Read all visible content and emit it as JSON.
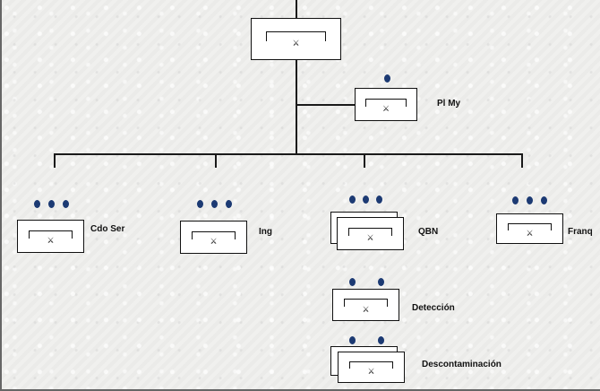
{
  "units": {
    "top": {
      "label": "",
      "glyph": "⚔"
    },
    "plmy": {
      "label": "Pl My",
      "glyph": "⚔"
    },
    "cdo": {
      "label": "Cdo Ser",
      "glyph": "⚔"
    },
    "ing": {
      "label": "Ing",
      "glyph": "⚔"
    },
    "qbn": {
      "label": "QBN",
      "glyph": "⚔"
    },
    "franq": {
      "label": "Franq",
      "glyph": "⚔"
    },
    "deteccion": {
      "label": "Detección",
      "glyph": "⚔"
    },
    "descontaminacion": {
      "label": "Descontaminación",
      "glyph": "⚔"
    }
  },
  "colors": {
    "echelon_dot": "#1c3a73",
    "line": "#1a1a1a",
    "background": "#f0f0ee"
  }
}
